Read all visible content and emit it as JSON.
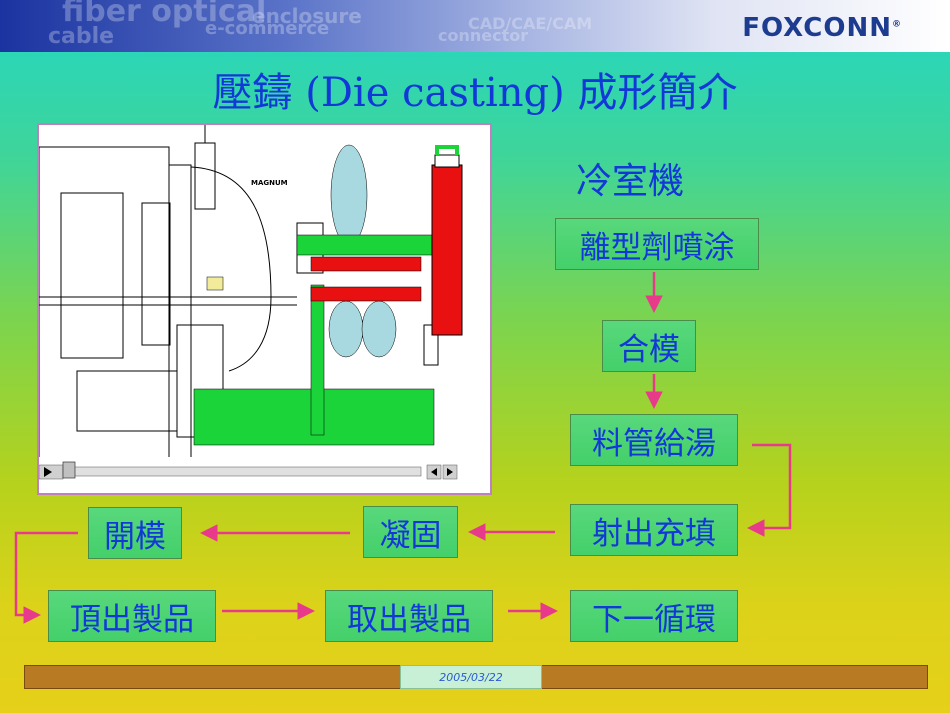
{
  "banner": {
    "watermarks": [
      "fiber optical",
      "enclosure",
      "cable",
      "e-commerce",
      "connector",
      "CAD/CAE/CAM"
    ],
    "logo": "FOXCONN",
    "logo_mark": "®"
  },
  "title": "壓鑄 (Die casting) 成形簡介",
  "subtitle": "冷室機",
  "flow": {
    "spray": "離型劑噴涂",
    "close_mold": "合模",
    "pour": "料管給湯",
    "inject": "射出充填",
    "solidify": "凝固",
    "open_mold": "開模",
    "eject": "頂出製品",
    "remove": "取出製品",
    "next_cycle": "下一循環"
  },
  "diagram": {
    "machine_label": "MAGNUM"
  },
  "footer": {
    "date": "2005/03/22"
  },
  "colors": {
    "title_blue": "#1238d8",
    "box_green": "#4cd270",
    "arrow_pink": "#e83a8a",
    "footer_brown": "#b97a24"
  }
}
